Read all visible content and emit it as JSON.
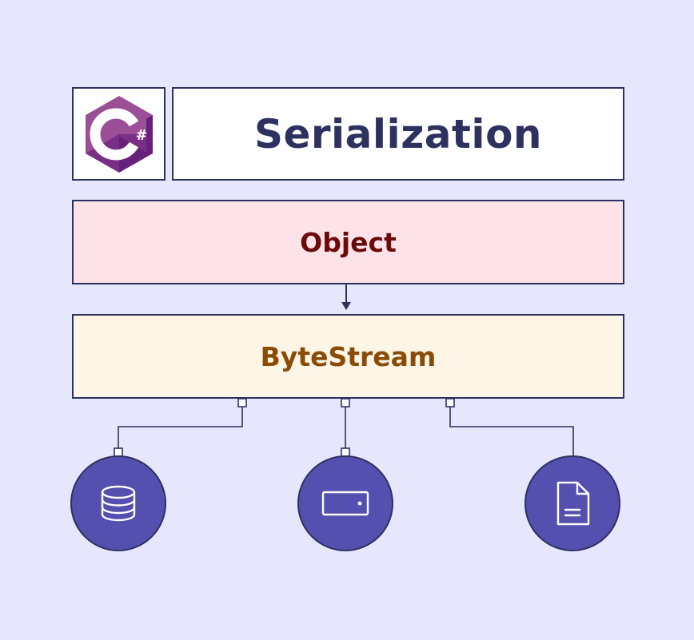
{
  "title": "Serialization",
  "logo": {
    "icon": "csharp-logo-icon",
    "text": "C#",
    "colors": {
      "hex_light": "#9b4f96",
      "hex_dark": "#68217a",
      "accent": "#ffffff"
    }
  },
  "flow": {
    "source_label": "Object",
    "target_label": "ByteStream"
  },
  "destinations": [
    {
      "icon": "database-icon"
    },
    {
      "icon": "storage-device-icon"
    },
    {
      "icon": "file-icon"
    }
  ],
  "colors": {
    "background": "#e6e6fc",
    "border": "#2d3160",
    "title_text": "#2d3160",
    "object_fill": "#fde3e8",
    "object_text": "#6b0a0a",
    "stream_fill": "#fdf5e6",
    "stream_text": "#8a4b06",
    "node_fill": "#5350b0"
  }
}
